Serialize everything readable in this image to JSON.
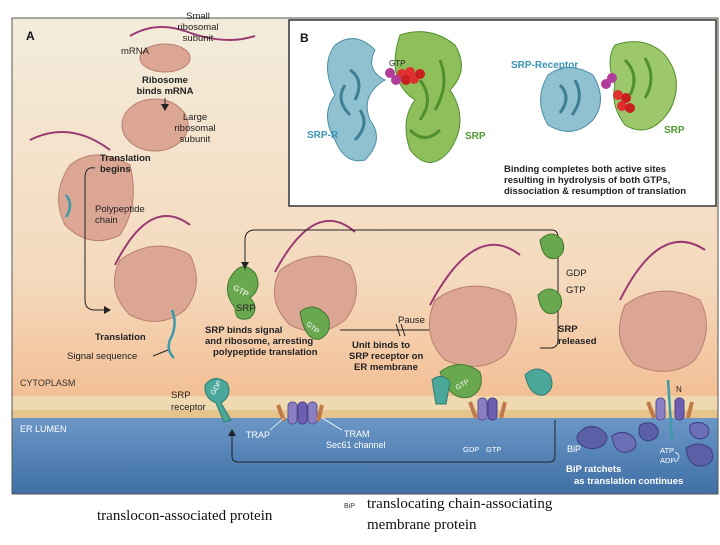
{
  "panel_a": {
    "letter": "A",
    "small_subunit": [
      "Small",
      "ribosomal",
      "subunit"
    ],
    "mrna": "mRNA",
    "ribosome_binds": [
      "Ribosome",
      "binds mRNA"
    ],
    "large_subunit": [
      "Large",
      "ribosomal",
      "subunit"
    ],
    "translation_begins": [
      "Translation",
      "begins"
    ],
    "polypeptide_chain": [
      "Polypeptide",
      "chain"
    ],
    "gtp_label_1": "GTP",
    "srp_label": "SRP",
    "translation": "Translation",
    "signal_sequence": "Signal sequence",
    "srp_binds": [
      "SRP binds signal",
      "and ribosome, arresting",
      "polypeptide translation"
    ],
    "gtp_label_2": "GTP",
    "pause": "Pause",
    "unit_binds": [
      "Unit binds to",
      "SRP receptor on",
      "ER membrane"
    ],
    "gdp_label": "GDP",
    "gtp_label_3": "GTP",
    "srp_released": [
      "SRP",
      "released"
    ],
    "cytoplasm": "CYTOPLASM",
    "srp_receptor": [
      "SRP",
      "receptor"
    ],
    "er_lumen": "ER LUMEN",
    "trap": "TRAP",
    "tram": "TRAM",
    "sec61": "Sec61 channel",
    "gdp_gtp": [
      "GDP",
      "GTP"
    ],
    "bip": "BiP",
    "atp": "ATP",
    "adp": "ADP",
    "n_label": "N",
    "bip_ratchets": [
      "BiP ratchets",
      "as translation continues"
    ]
  },
  "panel_b": {
    "letter": "B",
    "srp_r": "SRP-R",
    "srp_left": "SRP",
    "gtp": "GTP",
    "srp_receptor": "SRP-Receptor",
    "srp_right": "SRP",
    "binding_text": [
      "Binding completes both active sites",
      "resulting in hydrolysis of both GTPs,",
      "dissociation & resumption of translation"
    ]
  },
  "captions": {
    "trap_def": "translocon-associated protein",
    "bip_small": "BiP",
    "tram_def": [
      "translocating chain-associating",
      "membrane protein"
    ]
  },
  "colors": {
    "cytoplasm_top": "#f2ead8",
    "cytoplasm_bottom": "#f5c9a2",
    "membrane": "#e9d2a8",
    "lumen": "#4f7fb3",
    "ribosome": "#dca694",
    "srp_green": "#6aa84f",
    "receptor_teal": "#4aa79a",
    "mrna_magenta": "#9a3a73",
    "bip_blue": "#5a5fa6"
  }
}
